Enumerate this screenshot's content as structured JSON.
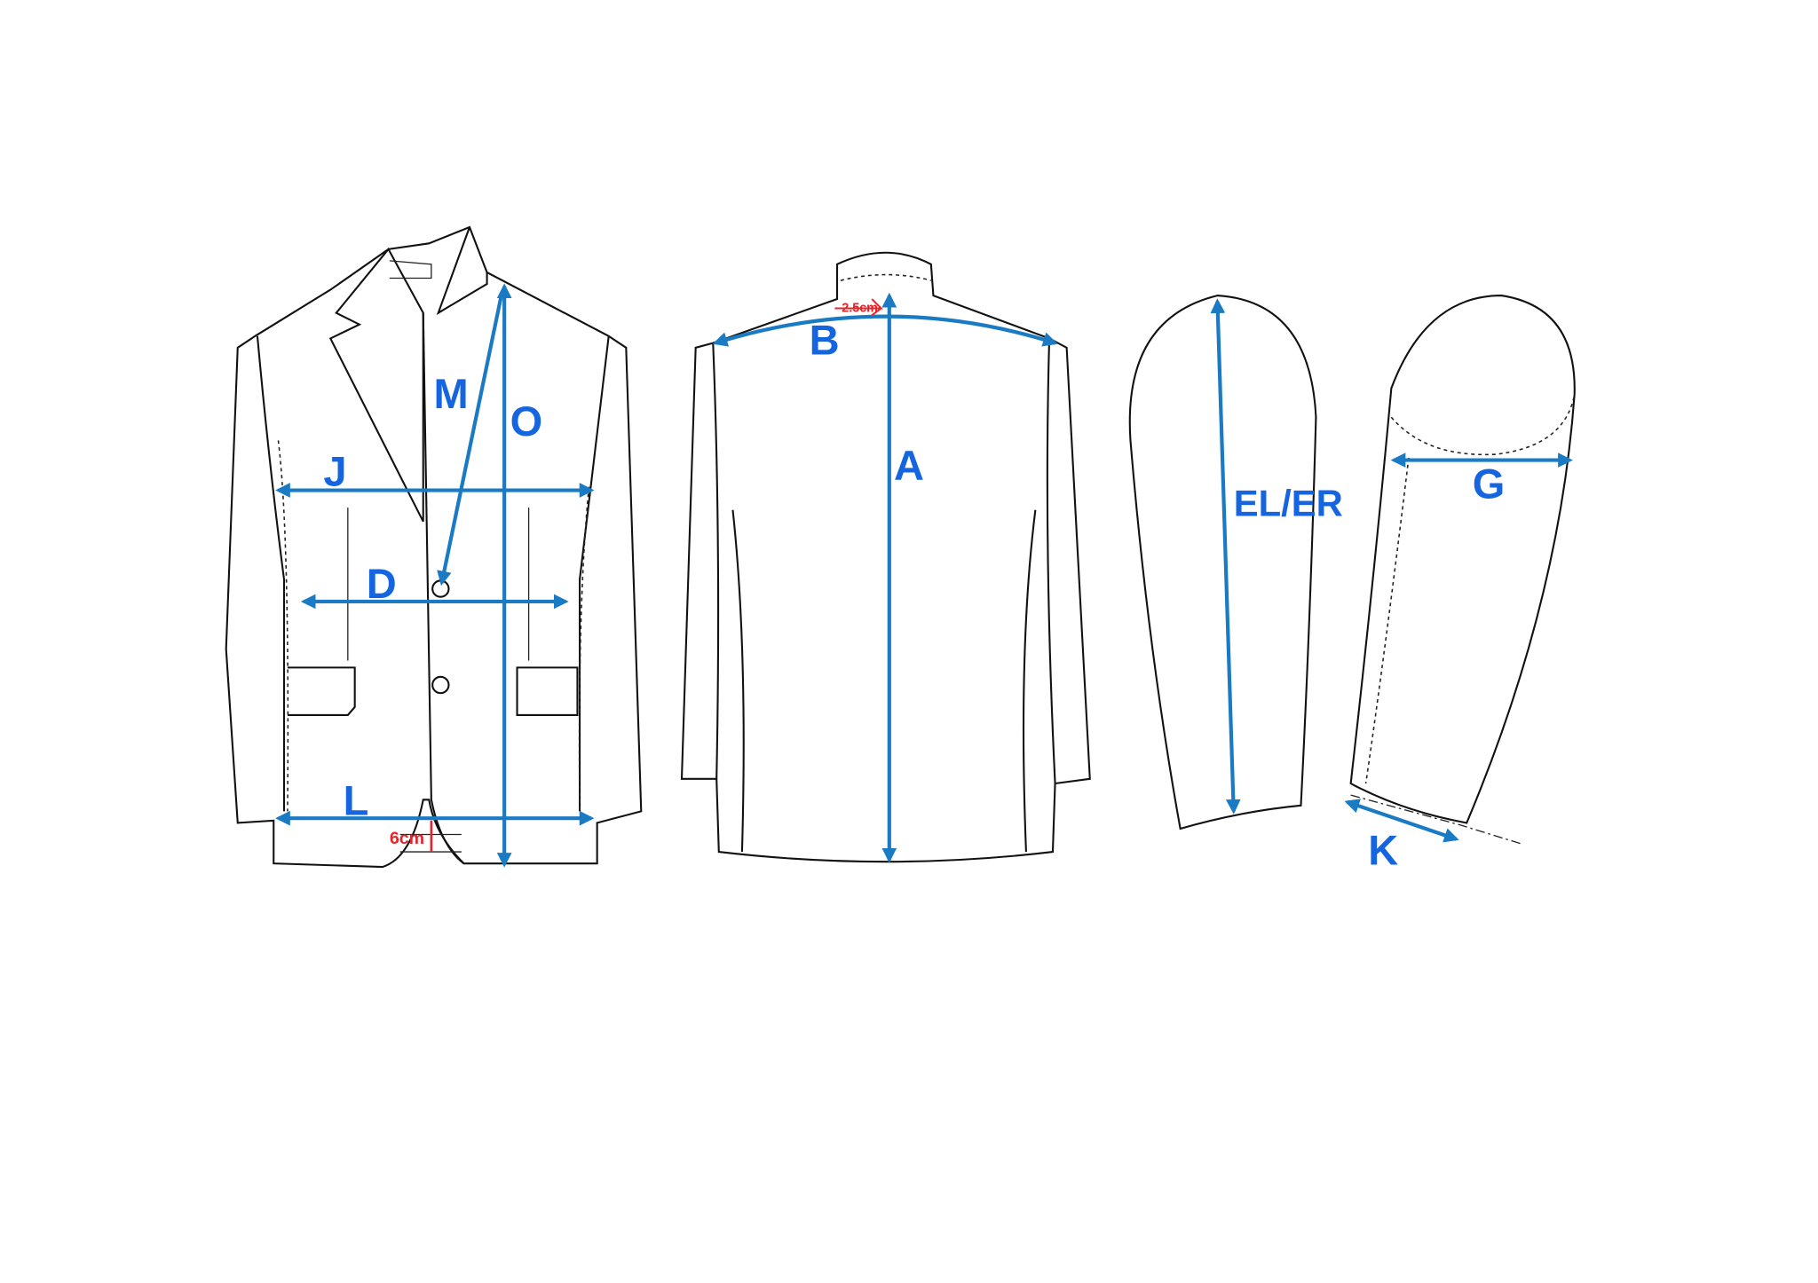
{
  "diagram": {
    "labels": {
      "M": "M",
      "O": "O",
      "J": "J",
      "D": "D",
      "L": "L",
      "B": "B",
      "A": "A",
      "EL_ER": "EL/ER",
      "G": "G",
      "K": "K"
    },
    "annotations": {
      "collar_offset": "2.5cm",
      "hem_offset": "6cm"
    },
    "colors": {
      "arrow": "#1a7bc4",
      "label": "#1565e0",
      "annotation": "#e3242b",
      "outline": "#111111"
    }
  }
}
